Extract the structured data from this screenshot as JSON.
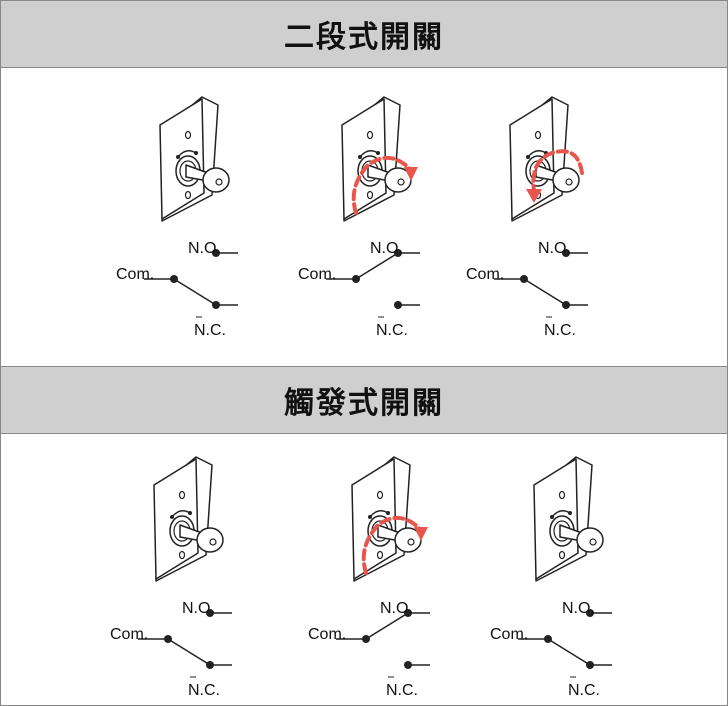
{
  "sections": [
    {
      "title": "二段式開關",
      "states": [
        {
          "labels": {
            "no": "N.O.",
            "com": "Com.",
            "nc": "N.C."
          },
          "contact": "nc",
          "turn_arrow": false,
          "return_arrow": false
        },
        {
          "labels": {
            "no": "N.O.",
            "com": "Com.",
            "nc": "N.C."
          },
          "contact": "no",
          "turn_arrow": true,
          "return_arrow": false
        },
        {
          "labels": {
            "no": "N.O.",
            "com": "Com.",
            "nc": "N.C."
          },
          "contact": "nc",
          "turn_arrow": false,
          "return_arrow": true
        }
      ]
    },
    {
      "title": "觸發式開關",
      "states": [
        {
          "labels": {
            "no": "N.O.",
            "com": "Com.",
            "nc": "N.C."
          },
          "contact": "nc",
          "turn_arrow": false,
          "return_arrow": false
        },
        {
          "labels": {
            "no": "N.O.",
            "com": "Com.",
            "nc": "N.C."
          },
          "contact": "no",
          "turn_arrow": true,
          "return_arrow": false
        },
        {
          "labels": {
            "no": "N.O.",
            "com": "Com.",
            "nc": "N.C."
          },
          "contact": "nc",
          "turn_arrow": false,
          "return_arrow": false
        }
      ]
    }
  ],
  "colors": {
    "arrow": "#e8554a",
    "header_bg": "#cfcfcf",
    "line": "#222222"
  }
}
